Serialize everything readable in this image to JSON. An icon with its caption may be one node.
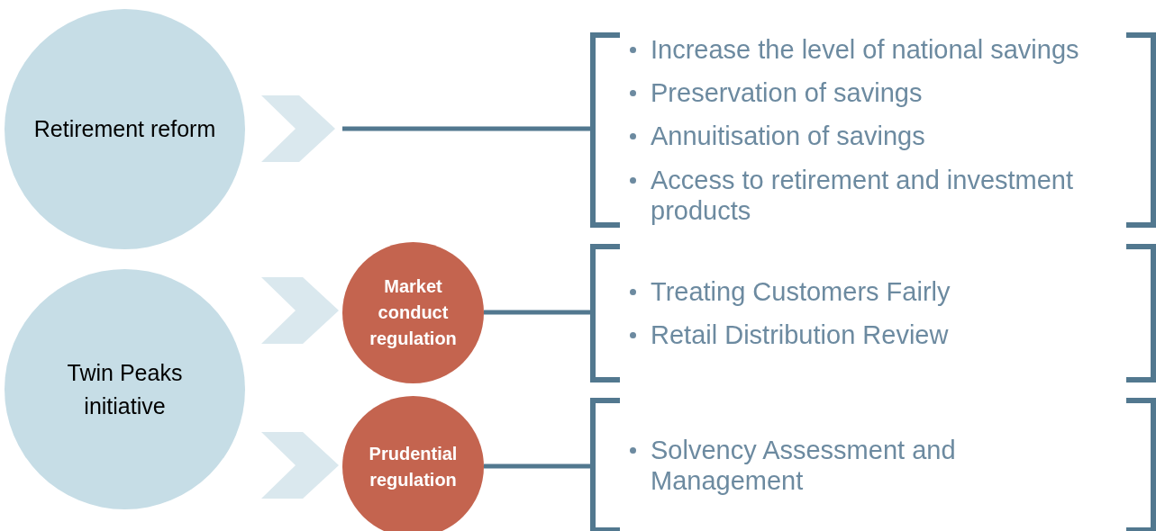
{
  "diagram": {
    "nodes": [
      {
        "text": [
          "Retirement reform"
        ]
      },
      {
        "text": [
          "Twin Peaks initiative"
        ]
      },
      {
        "text": [
          "Market conduct regulation"
        ]
      },
      {
        "text": [
          "Prudential regulation"
        ]
      },
      {
        "text": [
          "Increase the level of national savings",
          "Preservation of savings",
          "Annuitisation of savings",
          "Access to retirement and investment products"
        ]
      },
      {
        "text": [
          "Treating Customers Fairly",
          "Retail Distribution Review"
        ]
      },
      {
        "text": [
          "Solvency Assessment and Management"
        ]
      }
    ],
    "edges": [
      {
        "from": 0,
        "to": null,
        "arrow": "to"
      },
      {
        "from": null,
        "to": 4,
        "arrow": "none"
      },
      {
        "from": 1,
        "to": 2,
        "arrow": "to"
      },
      {
        "from": 1,
        "to": 3,
        "arrow": "to"
      },
      {
        "from": 2,
        "to": 5,
        "arrow": "none"
      },
      {
        "from": 3,
        "to": 6,
        "arrow": "none"
      }
    ]
  }
}
